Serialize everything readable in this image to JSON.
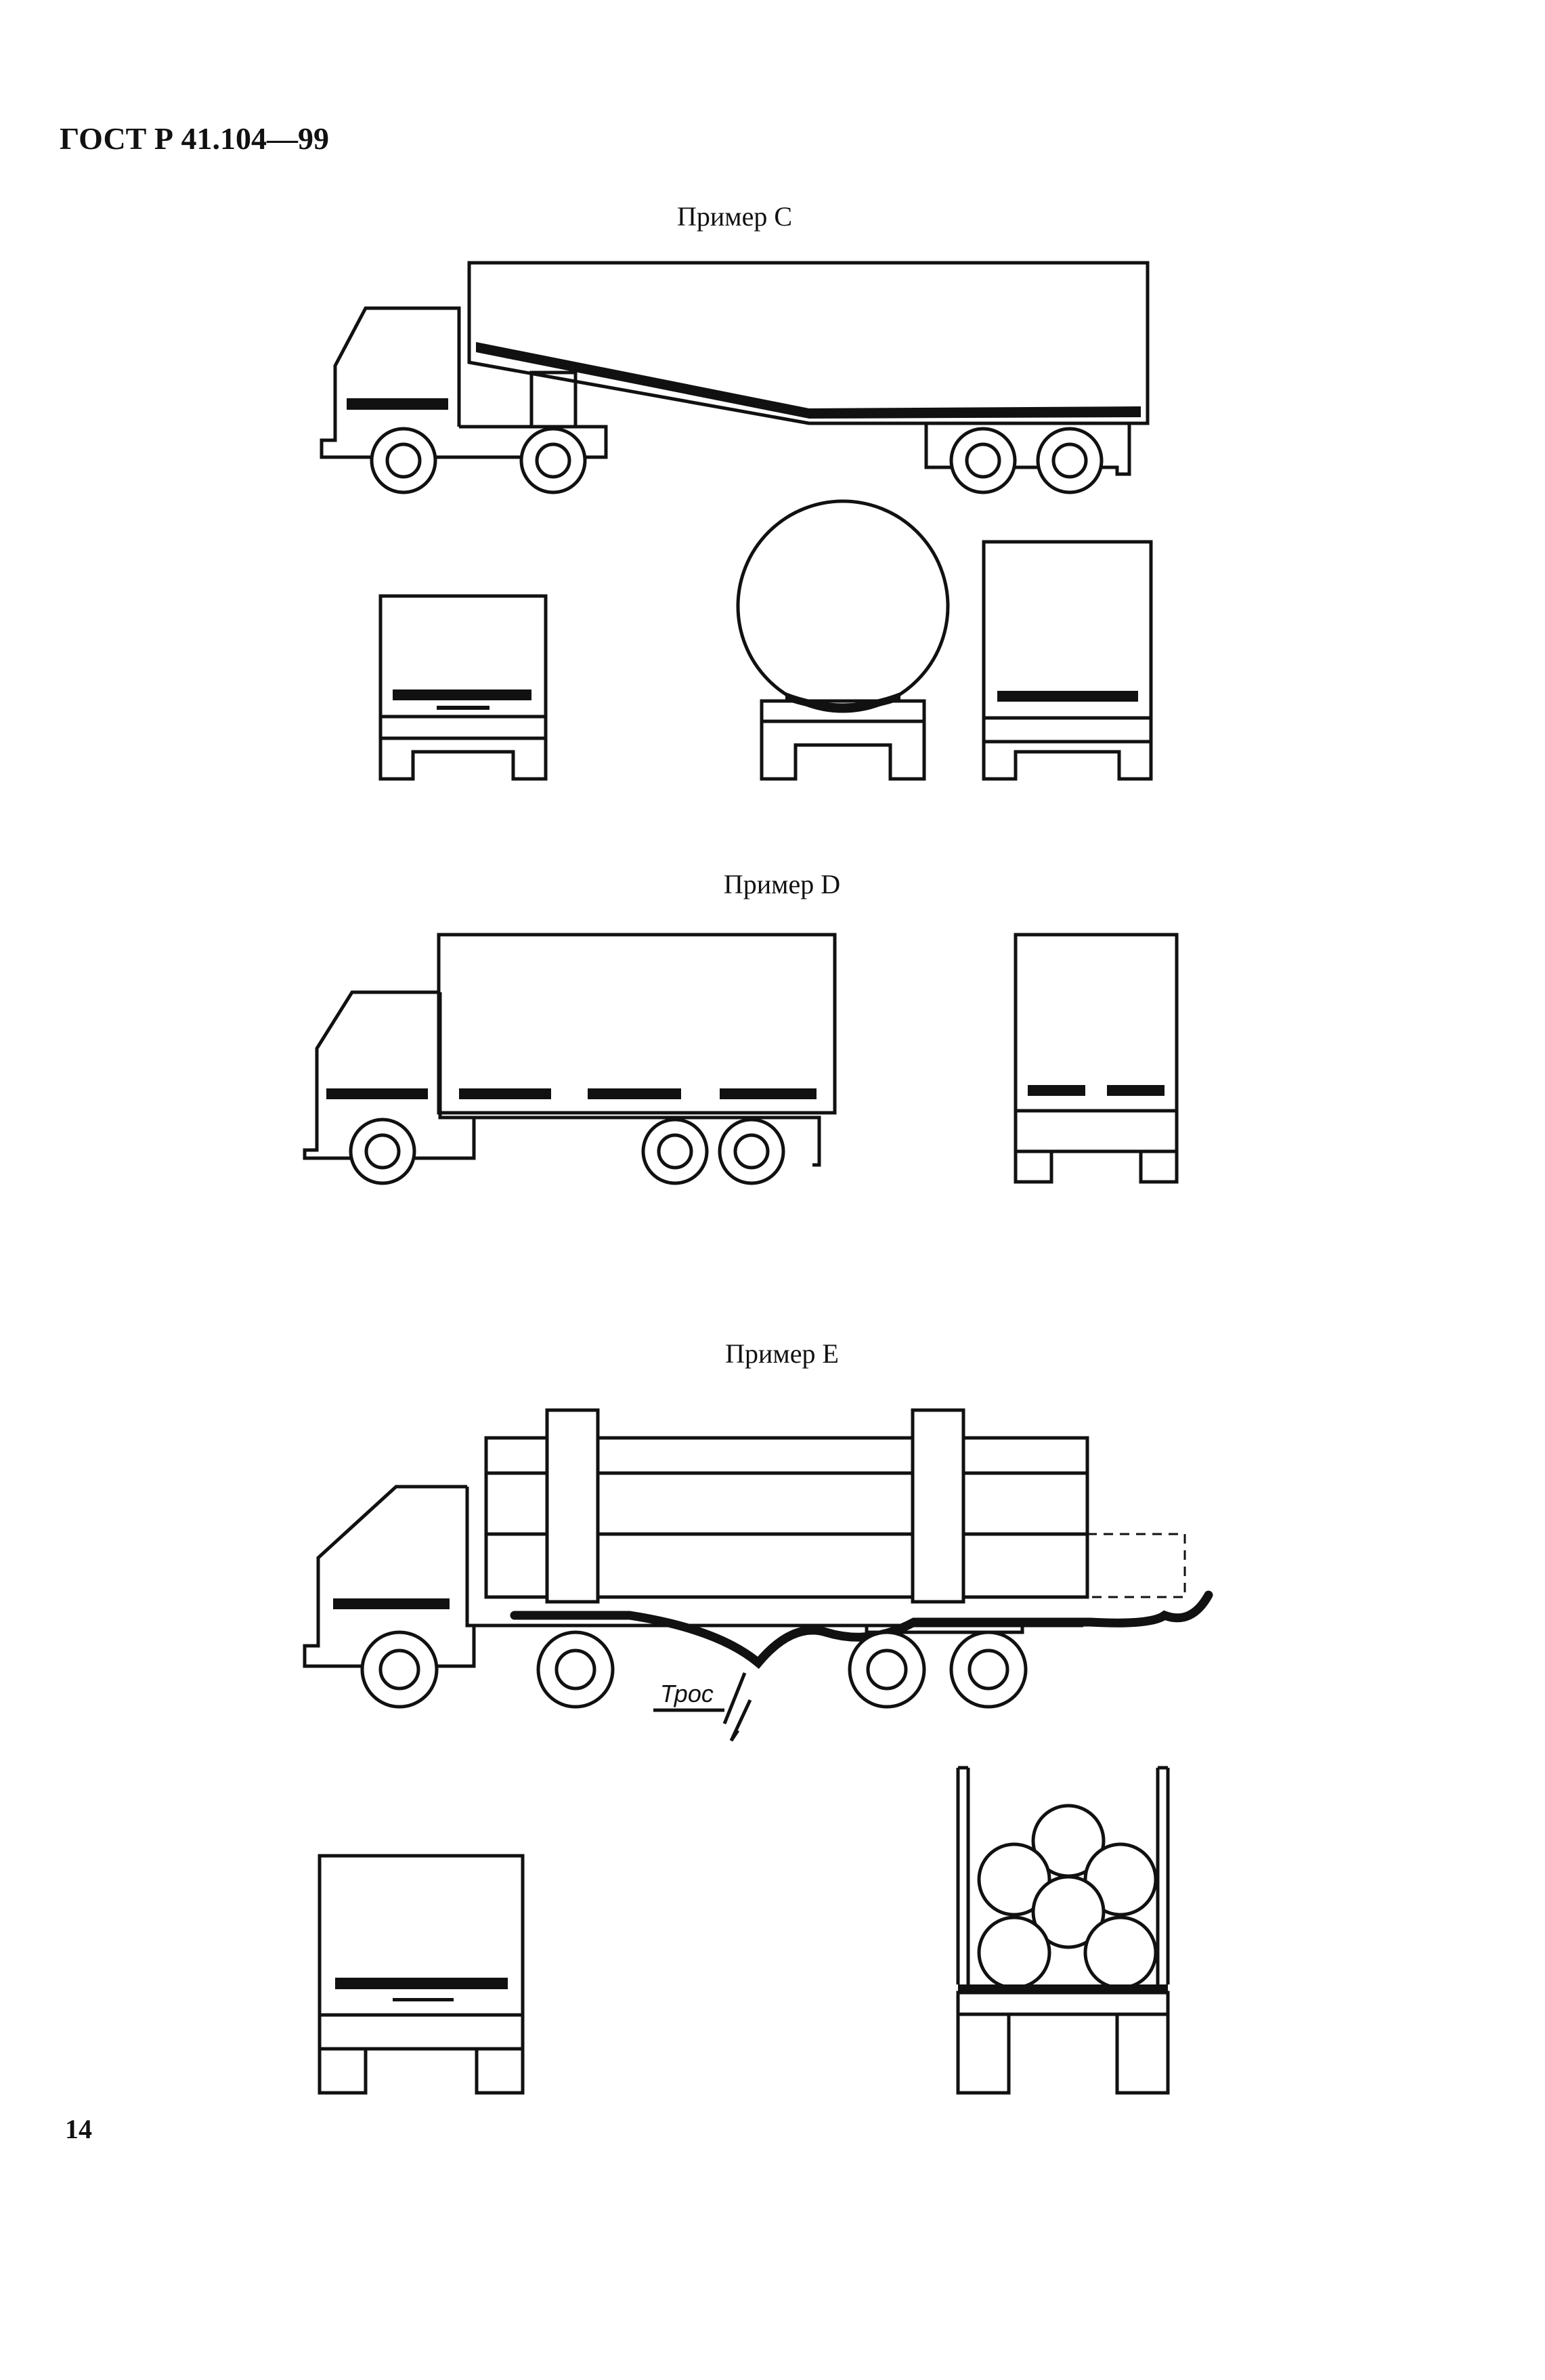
{
  "header": {
    "document_code": "ГОСТ Р 41.104—99"
  },
  "footer": {
    "page_number": "14"
  },
  "examples": {
    "c": {
      "caption": "Пример C"
    },
    "d": {
      "caption": "Пример D"
    },
    "e": {
      "caption": "Пример E",
      "rope_label": "Трос"
    }
  }
}
